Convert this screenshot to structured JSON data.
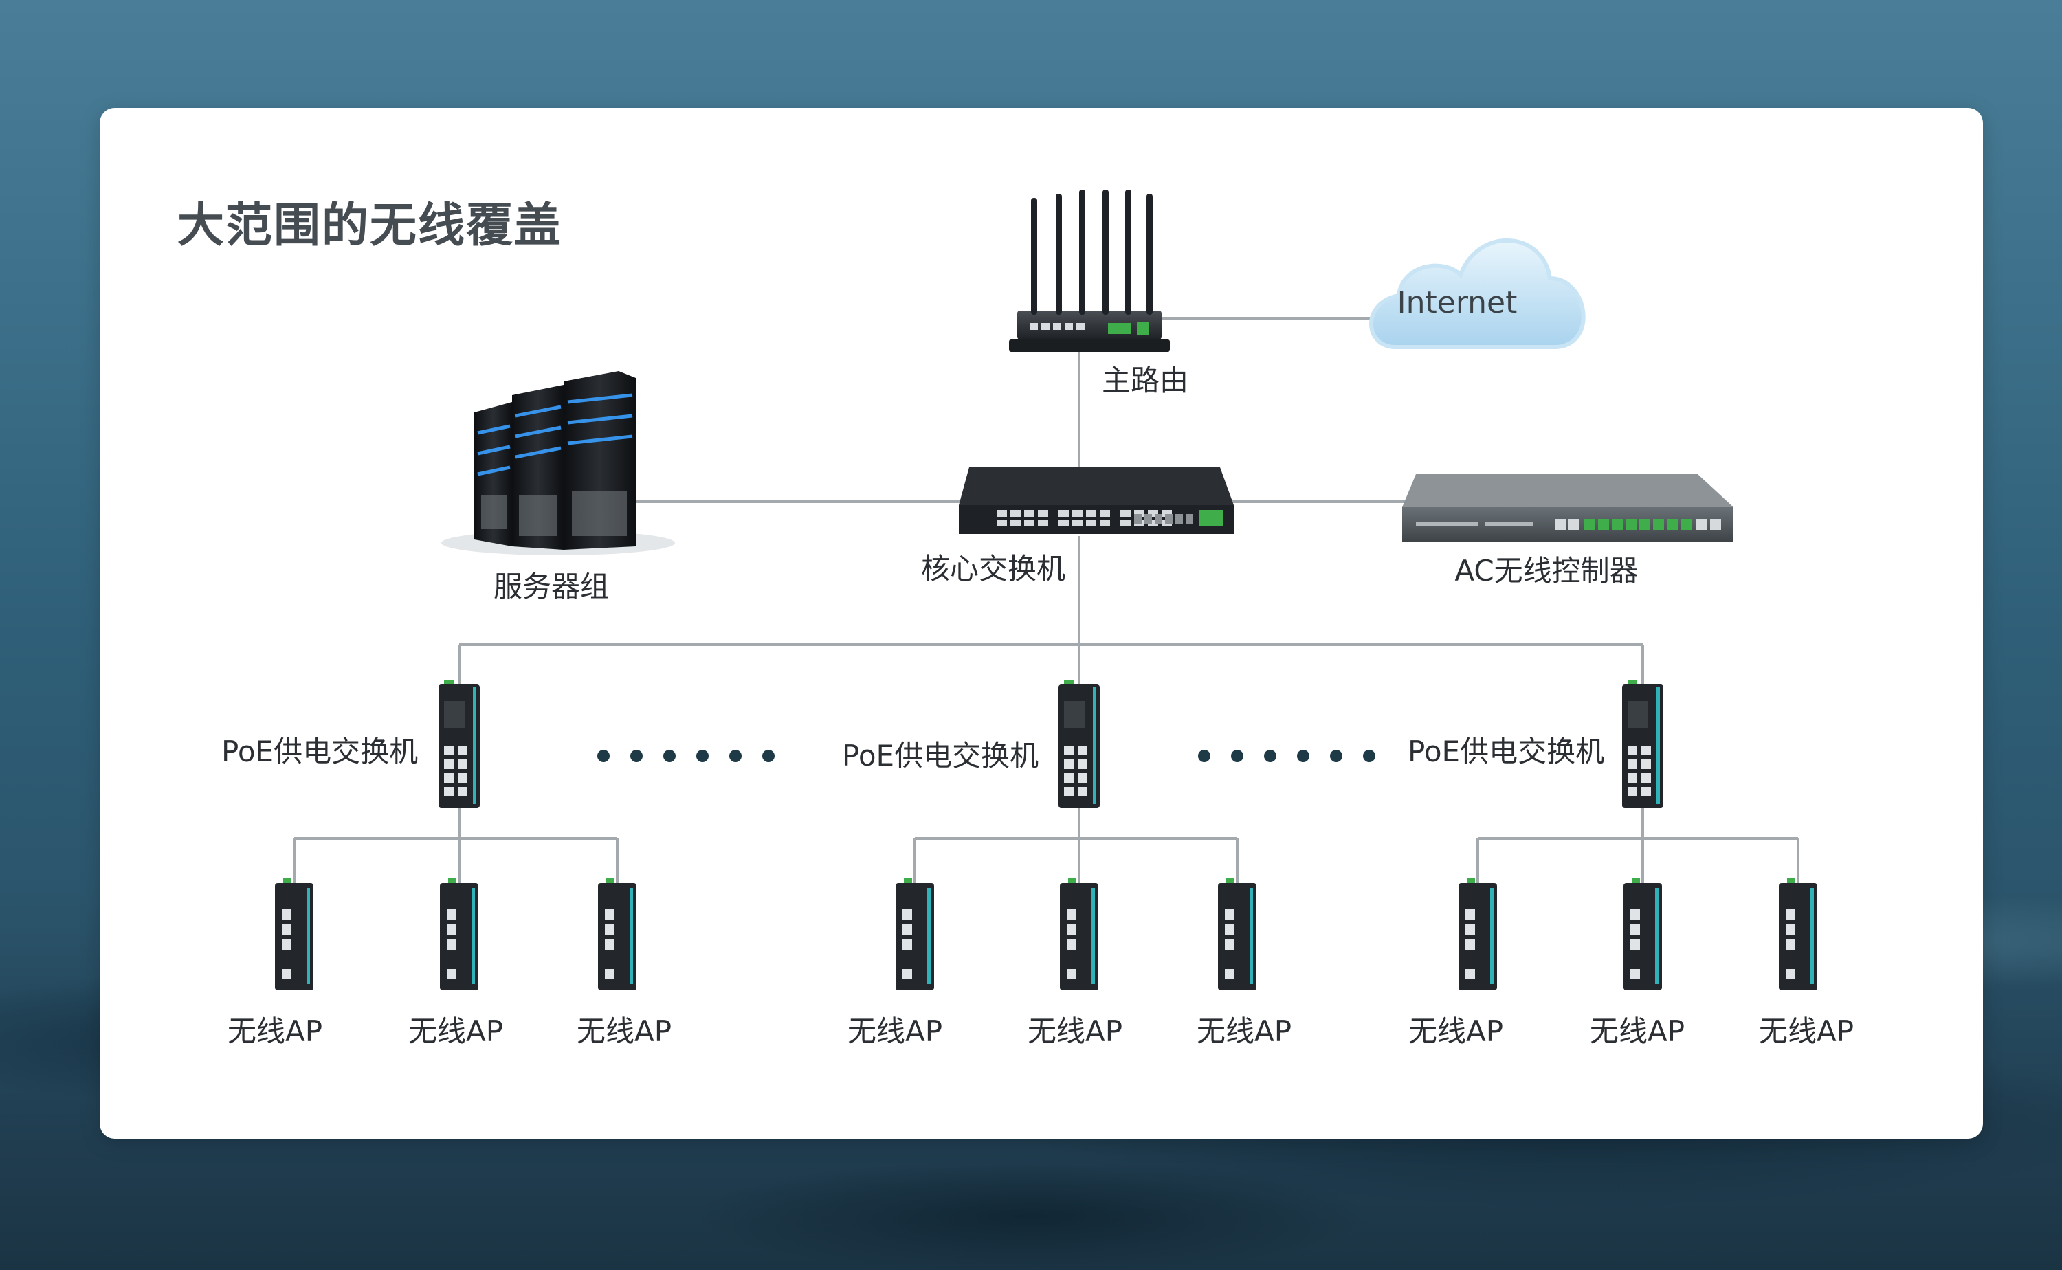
{
  "title": "大范围的无线覆盖",
  "internet_label": "Internet",
  "nodes": {
    "main_router": "主路由",
    "core_switch": "核心交换机",
    "server_group": "服务器组",
    "ac_controller": "AC无线控制器"
  },
  "poe_switches": [
    {
      "label": "PoE供电交换机"
    },
    {
      "label": "PoE供电交换机"
    },
    {
      "label": "PoE供电交换机"
    }
  ],
  "ellipsis_dots": "• • • • • •",
  "access_points": [
    "无线AP",
    "无线AP",
    "无线AP",
    "无线AP",
    "无线AP",
    "无线AP",
    "无线AP",
    "无线AP",
    "无线AP"
  ],
  "colors": {
    "line": "#9aa1a6",
    "device_dark": "#2a2d31",
    "accent_teal": "#2fb3b8",
    "accent_green": "#3fae4a",
    "cloud": "#bfe0f3",
    "server_glow": "#3aa0ff"
  }
}
